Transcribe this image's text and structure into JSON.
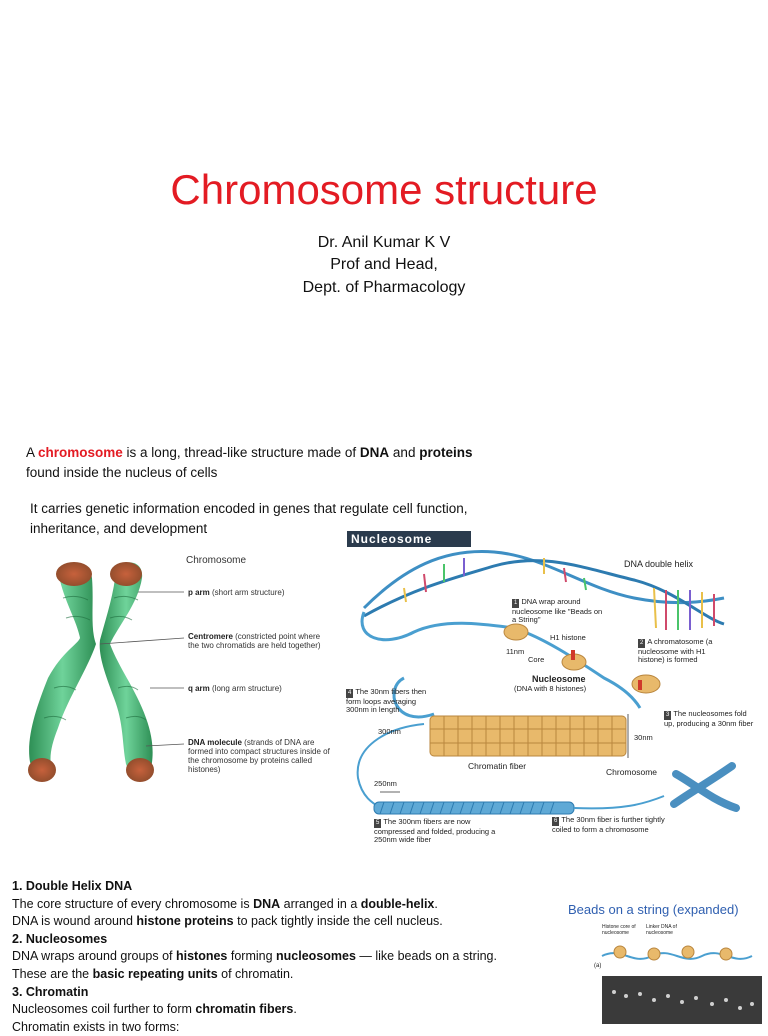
{
  "title": "Chromosome structure",
  "author": {
    "name": "Dr. Anil Kumar K V",
    "role": "Prof and Head,",
    "dept": "Dept. of Pharmacology"
  },
  "intro": {
    "p1_a": "A ",
    "p1_chromosome": "chromosome",
    "p1_b": " is a long, thread-like structure made of ",
    "p1_dna": "DNA",
    "p1_c": " and ",
    "p1_proteins": "proteins",
    "p1_d": "found inside the nucleus of cells",
    "p2": "It carries genetic information encoded in genes that regulate cell function, inheritance, and development"
  },
  "chromosome_figure": {
    "heading": "Chromosome",
    "p_arm": "p arm",
    "p_arm_desc": " (short arm structure)",
    "centromere": "Centromere",
    "centromere_desc": " (constricted point where the two chromatids are held together)",
    "q_arm": "q arm",
    "q_arm_desc": " (long arm structure)",
    "dna_molecule": "DNA molecule",
    "dna_molecule_desc": " (strands of DNA are formed into compact structures inside of the chromosome by proteins called histones)"
  },
  "nucleosome_figure": {
    "banner": "Nucleosome",
    "double_helix": "DNA double helix",
    "step1_num": "1",
    "step1": "DNA wrap around nucleosome like \"Beads on a String\"",
    "h1_histone": "H1 histone",
    "nm11": "11nm",
    "core": "Core",
    "nucleosome_title": "Nucleosome",
    "nucleosome_sub": "(DNA with 8 histones)",
    "step2_num": "2",
    "step2": "A chromatosome (a nucleosome with H1 histone) is formed",
    "step3_num": "3",
    "step3": "The nucleosomes fold up, producing a 30nm fiber",
    "step4_num": "4",
    "step4": "The 30nm fibers then form loops averaging 300nm in length",
    "nm300": "300nm",
    "nm30": "30nm",
    "chromatin_fiber": "Chromatin fiber",
    "chromosome": "Chromosome",
    "nm250": "250nm",
    "step5_num": "5",
    "step5": "The 300nm fibers are now compressed and folded, producing a 250nm wide fiber",
    "step6_num": "6",
    "step6": "The 30nm fiber is further tightly coiled to form a chromosome"
  },
  "list": {
    "h1": "1. Double Helix DNA",
    "l1_a": "The core structure of every chromosome is ",
    "l1_dna": "DNA",
    "l1_b": " arranged in a ",
    "l1_dh": "double-helix",
    "l1_c": ".",
    "l2_a": "DNA is wound around ",
    "l2_hp": "histone proteins",
    "l2_b": " to pack tightly inside the cell nucleus.",
    "h2": "2. Nucleosomes",
    "l3_a": "DNA wraps around groups of ",
    "l3_h": "histones",
    "l3_b": " forming ",
    "l3_n": "nucleosomes",
    "l3_c": " — like beads on a string.",
    "l4_a": "These are the ",
    "l4_b": "basic repeating units",
    "l4_c": " of chromatin.",
    "h3": "3. Chromatin",
    "l5_a": "Nucleosomes coil further to form ",
    "l5_b": "chromatin fibers",
    "l5_c": ".",
    "l6": "Chromatin exists in two forms:"
  },
  "beads_figure": {
    "title": "Beads on a string (expanded)",
    "histone_core": "Histone core of nucleosome",
    "linker": "Linker DNA of nucleosome",
    "panel": "(a)"
  },
  "colors": {
    "title_red": "#e31b23",
    "chromosome_green": "#3fae6a",
    "banner_dark": "#2b3b4d",
    "dna_blue": "#4a9fd0",
    "bead_tan": "#e8b96b",
    "beads_title_blue": "#2f5fb0"
  }
}
